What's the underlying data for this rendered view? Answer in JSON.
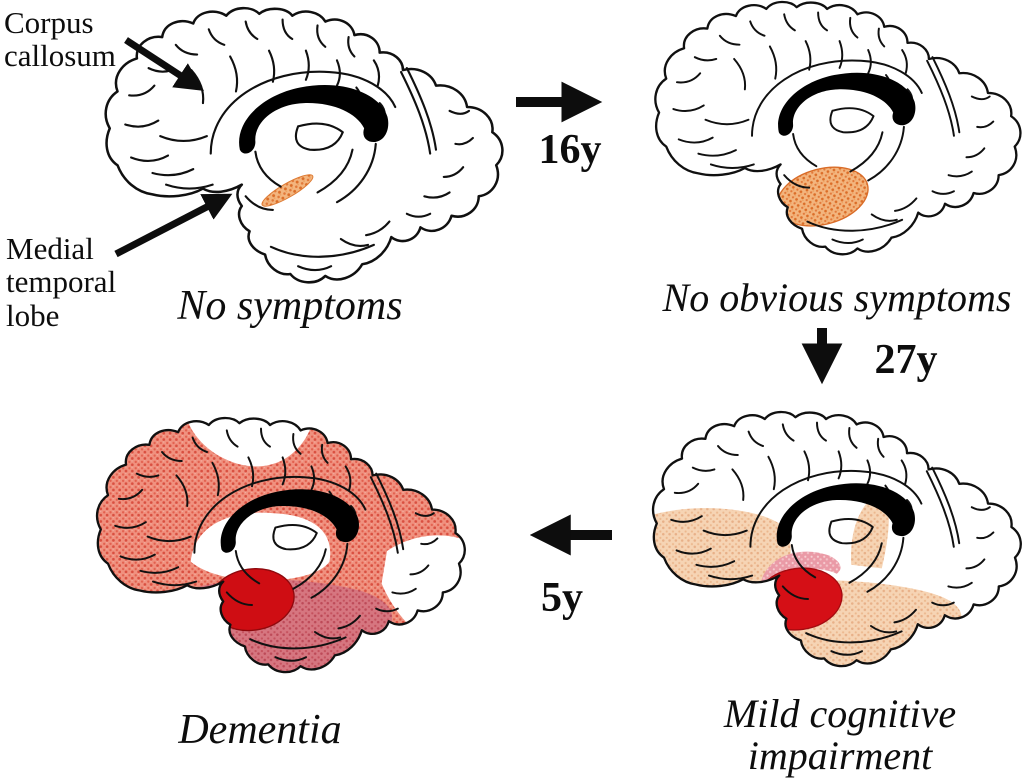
{
  "figure": {
    "background": "#ffffff",
    "description": "Four medial-view brain drawings showing progression of pathology over time"
  },
  "annotations": {
    "corpus_callosum_label": "Corpus\ncallosum",
    "medial_temporal_label": "Medial\ntemporal\nlobe"
  },
  "stages": [
    {
      "name": "stage-1",
      "caption": "No symptoms"
    },
    {
      "name": "stage-2",
      "caption": "No obvious symptoms"
    },
    {
      "name": "stage-3",
      "caption": "Mild cognitive\nimpairment"
    },
    {
      "name": "stage-4",
      "caption": "Dementia"
    }
  ],
  "transitions": [
    {
      "label": "16y",
      "direction": "right"
    },
    {
      "label": "27y",
      "direction": "down"
    },
    {
      "label": "5y",
      "direction": "left"
    }
  ],
  "colors": {
    "line": "#101010",
    "corpus_callosum": "#000000",
    "early_orange": "#e8813c",
    "peach": "#f5cfae",
    "salmon": "#ee8473",
    "rose": "#d4717c",
    "deep_red": "#d50f16"
  }
}
